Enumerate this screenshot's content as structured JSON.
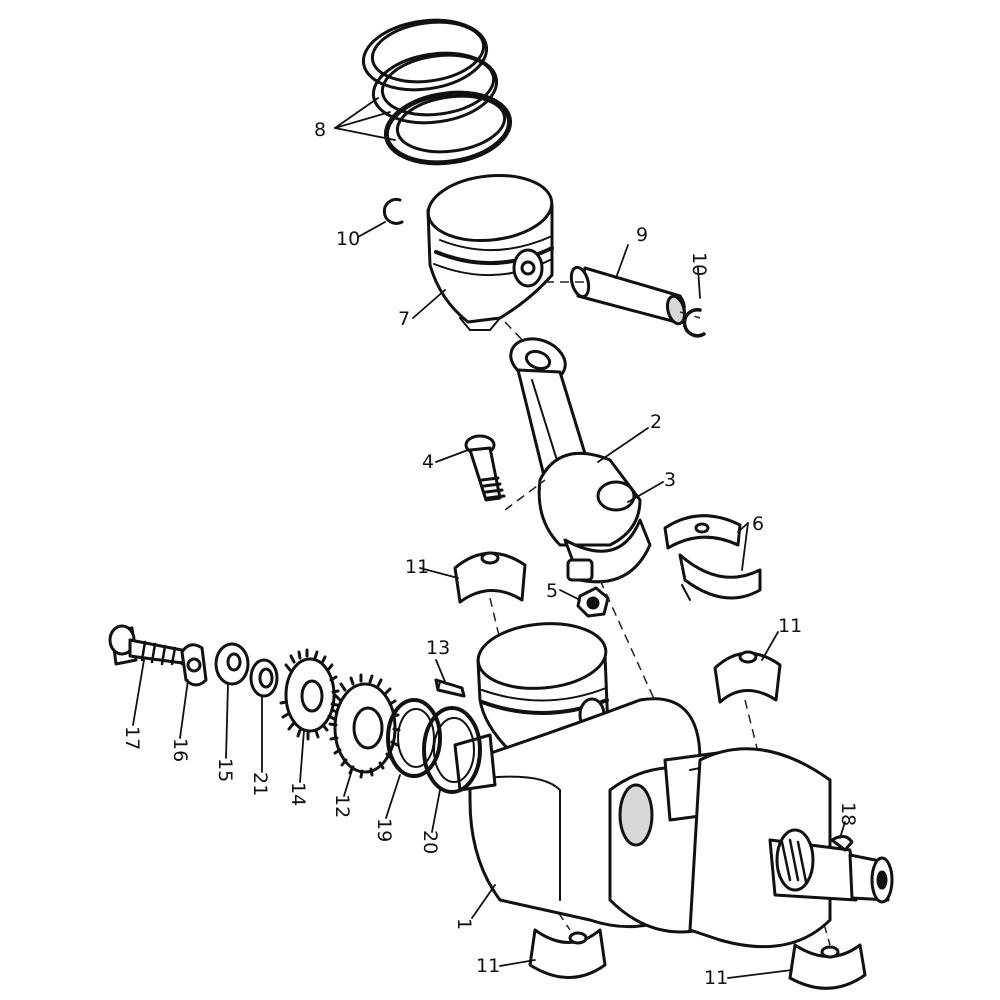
{
  "labels": {
    "l1": "1",
    "l2": "2",
    "l3": "3",
    "l4": "4",
    "l5": "5",
    "l6": "6",
    "l7": "7",
    "l8": "8",
    "l9": "9",
    "l10a": "10",
    "l10b": "10",
    "l11a": "11",
    "l11b": "11",
    "l11c": "11",
    "l11d": "11",
    "l12": "12",
    "l13": "13",
    "l14": "14",
    "l15": "15",
    "l16": "16",
    "l17": "17",
    "l18": "18",
    "l19": "19",
    "l20": "20",
    "l21": "21"
  }
}
